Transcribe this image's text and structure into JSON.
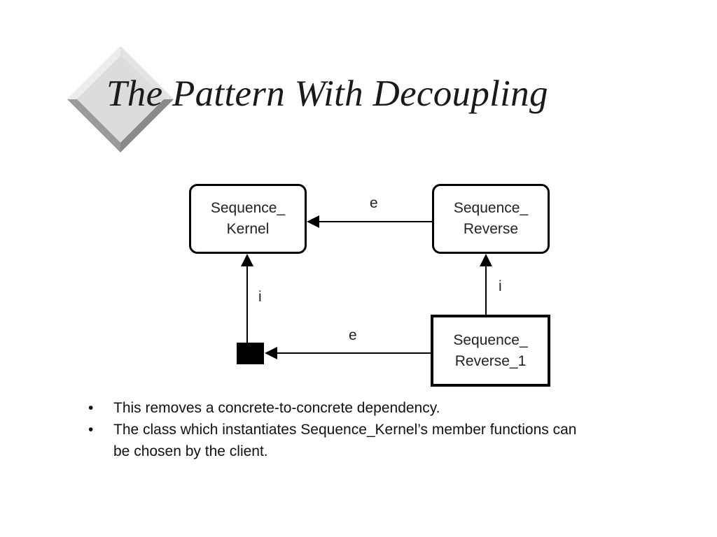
{
  "slide": {
    "title": "The Pattern With Decoupling"
  },
  "diagram": {
    "nodes": {
      "kernel": {
        "line1": "Sequence_",
        "line2": "Kernel"
      },
      "reverse": {
        "line1": "Sequence_",
        "line2": "Reverse"
      },
      "reverse1": {
        "line1": "Sequence_",
        "line2": "Reverse_1"
      }
    },
    "edges": {
      "reverse_to_kernel": "e",
      "square_to_kernel": "i",
      "reverse1_to_reverse": "i",
      "reverse1_to_square": "e"
    }
  },
  "bullets": [
    {
      "marker": "•",
      "text": "This removes a concrete-to-concrete dependency."
    },
    {
      "marker": "•",
      "text": "The class which instantiates Sequence_Kernel’s member functions can be chosen by the client."
    }
  ]
}
